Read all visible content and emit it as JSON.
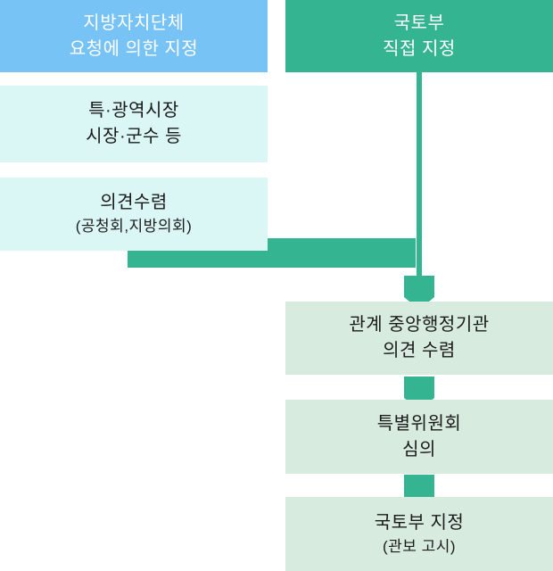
{
  "colors": {
    "blue": "#77C3F5",
    "teal": "#35B492",
    "cyan": "#DBF7F5",
    "green": "#D7ECDE",
    "text_dark": "#1B1B1B",
    "text_light": "#FFFFFF",
    "background": "#FFFFFF"
  },
  "flowchart": {
    "left_column": {
      "request_designation_box": {
        "line1": "지방자치단체",
        "line2": "요청에 의한 지정"
      },
      "mayors_box": {
        "line1": "특·광역시장",
        "line2": "시장·군수 등"
      },
      "opinion_box": {
        "line1": "의견수렴",
        "line2": "(공청회,지방의회)"
      }
    },
    "right_column": {
      "direct_designation_box": {
        "line1": "국토부",
        "line2": "직접 지정"
      },
      "central_agency_box": {
        "line1": "관계 중앙행정기관",
        "line2": "의견 수렴"
      },
      "committee_box": {
        "line1": "특별위원회",
        "line2": "심의"
      },
      "final_designation_box": {
        "line1": "국토부 지정",
        "line2": "(관보 고시)"
      }
    }
  }
}
